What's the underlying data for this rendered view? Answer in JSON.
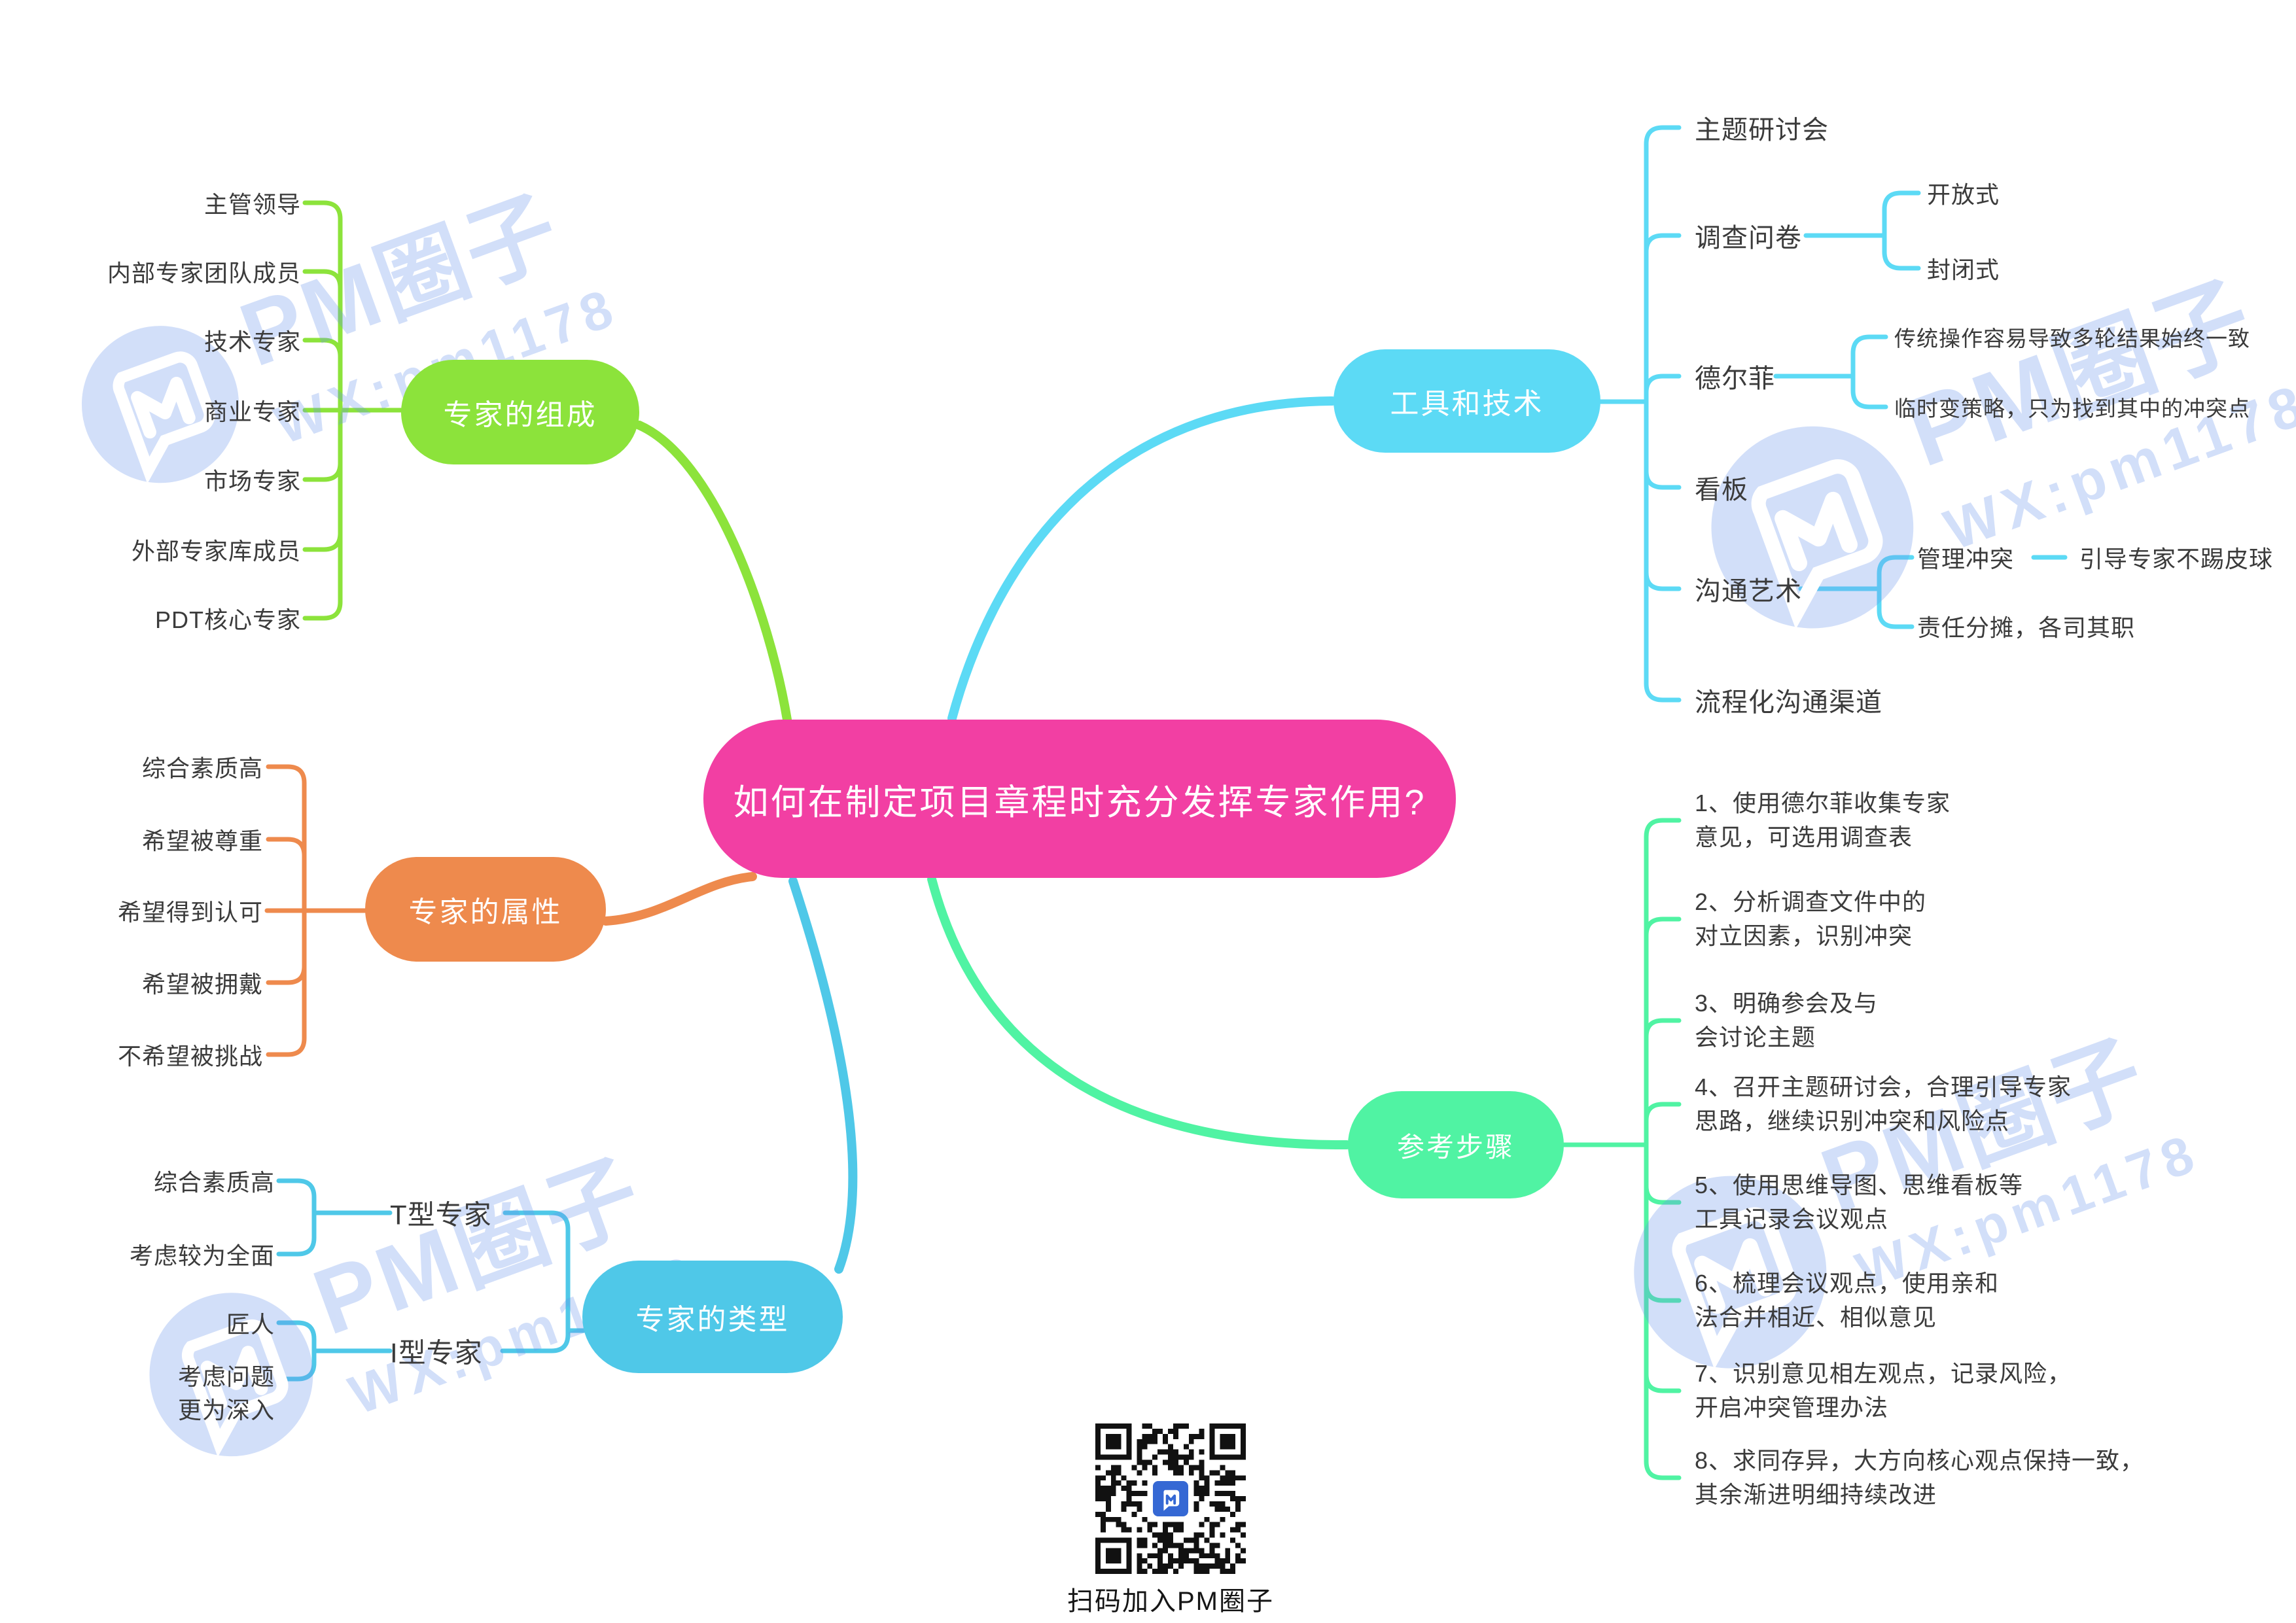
{
  "title": "如何在制定项目章程时充分发挥专家作用?",
  "watermark": {
    "brand": "PM圈子",
    "wx": "WX:pm1178"
  },
  "qr": {
    "caption": "扫码加入PM圈子"
  },
  "colors": {
    "center": "#F23FA3",
    "composition": "#8CE33B",
    "attributes": "#EE8A4D",
    "types": "#4FC8E8",
    "tools": "#5CDAF5",
    "steps": "#50F3A3",
    "label_text": "#3B3B3B",
    "watermark_blue": "#6996EB",
    "qr_dark": "#111111",
    "qr_logo_blue": "#3568D4"
  },
  "map": {
    "composition": {
      "label": "专家的组成",
      "children": [
        "主管领导",
        "内部专家团队成员",
        "技术专家",
        "商业专家",
        "市场专家",
        "外部专家库成员",
        "PDT核心专家"
      ]
    },
    "attributes": {
      "label": "专家的属性",
      "children": [
        "综合素质高",
        "希望被尊重",
        "希望得到认可",
        "希望被拥戴",
        "不希望被挑战"
      ]
    },
    "types": {
      "label": "专家的类型",
      "t": {
        "label": "T型专家",
        "children": [
          "综合素质高",
          "考虑较为全面"
        ]
      },
      "i": {
        "label": "I型专家",
        "children": [
          "匠人",
          "考虑问题\n更为深入"
        ]
      }
    },
    "tools": {
      "label": "工具和技术",
      "children": [
        "主题研讨会",
        "调查问卷",
        "德尔菲",
        "看板",
        "沟通艺术",
        "流程化沟通渠道"
      ],
      "survey": [
        "开放式",
        "封闭式"
      ],
      "delphi": [
        "传统操作容易导致多轮结果始终一致",
        "临时变策略，只为找到其中的冲突点"
      ],
      "comm": {
        "conflict": "管理冲突",
        "conflict_note": "引导专家不踢皮球",
        "duty": "责任分摊，各司其职"
      }
    },
    "steps": {
      "label": "参考步骤",
      "children": [
        "1、使用德尔菲收集专家\n意见，可选用调查表",
        "2、分析调查文件中的\n对立因素，识别冲突",
        "3、明确参会及与\n会讨论主题",
        "4、召开主题研讨会，合理引导专家\n思路，继续识别冲突和风险点",
        "5、使用思维导图、思维看板等\n工具记录会议观点",
        "6、梳理会议观点，使用亲和\n法合并相近、相似意见",
        "7、识别意见相左观点，记录风险，\n开启冲突管理办法",
        "8、求同存异，大方向核心观点保持一致，\n其余渐进明细持续改进"
      ]
    }
  }
}
